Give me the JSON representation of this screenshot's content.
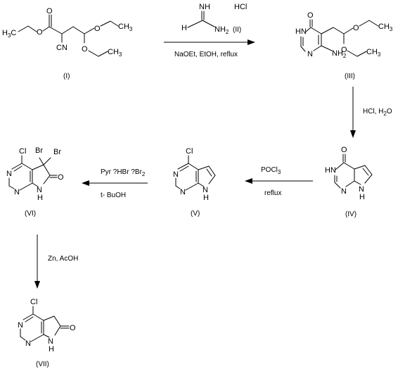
{
  "compounds": [
    {
      "id": "I",
      "caption": "(I)"
    },
    {
      "id": "II",
      "caption": "(II)"
    },
    {
      "id": "III",
      "caption": "(III)"
    },
    {
      "id": "IV",
      "caption": "(IV)"
    },
    {
      "id": "V",
      "caption": "(V)"
    },
    {
      "id": "VI",
      "caption": "(VI)"
    },
    {
      "id": "VII",
      "caption": "(VII)"
    }
  ],
  "reagent_II": {
    "nh": "NH",
    "h": "H",
    "nh2": "NH",
    "salt": "HCl"
  },
  "steps": [
    {
      "id": "step1",
      "conditions": "NaOEt, EtOH, reflux"
    },
    {
      "id": "step2",
      "conditions": "HCl, H2O"
    },
    {
      "id": "step3",
      "above": "POCl3",
      "below": "reflux"
    },
    {
      "id": "step4",
      "above": "Pyr ?HBr ?Br2",
      "below": "t- BuOH"
    },
    {
      "id": "step5",
      "conditions": "Zn, AcOH"
    }
  ],
  "atoms": {
    "h3c": "H C",
    "O": "O",
    "CN": "CN",
    "CH3": "CH",
    "HN": "HN",
    "N": "N",
    "NH2": "NH",
    "H": "H",
    "Cl": "Cl",
    "Br": "Br"
  }
}
